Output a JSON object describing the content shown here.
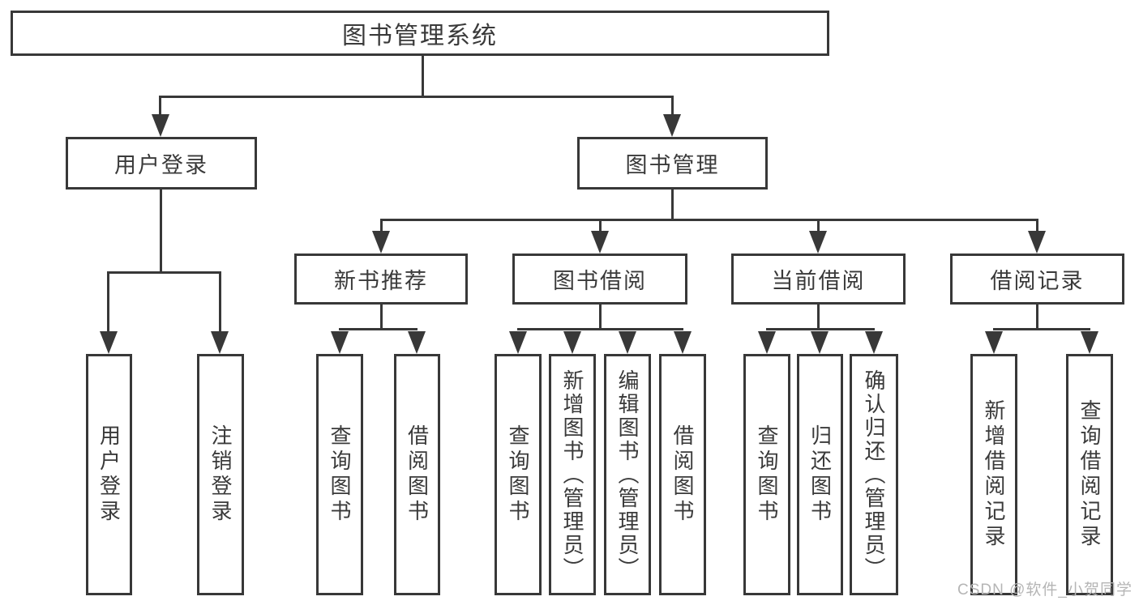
{
  "diagram": {
    "root": {
      "label": "图书管理系统"
    },
    "branches": [
      {
        "label": "用户登录",
        "children": [
          {
            "label": "用户登录"
          },
          {
            "label": "注销登录"
          }
        ]
      },
      {
        "label": "图书管理",
        "children": [
          {
            "label": "新书推荐",
            "children": [
              {
                "label": "查询图书"
              },
              {
                "label": "借阅图书"
              }
            ]
          },
          {
            "label": "图书借阅",
            "children": [
              {
                "label": "查询图书"
              },
              {
                "label": "新增图书（管理员）"
              },
              {
                "label": "编辑图书（管理员）"
              },
              {
                "label": "借阅图书"
              }
            ]
          },
          {
            "label": "当前借阅",
            "children": [
              {
                "label": "查询图书"
              },
              {
                "label": "归还图书"
              },
              {
                "label": "确认归还（管理员）"
              }
            ]
          },
          {
            "label": "借阅记录",
            "children": [
              {
                "label": "新增借阅记录"
              },
              {
                "label": "查询借阅记录"
              }
            ]
          }
        ]
      }
    ]
  },
  "watermark": "CSDN @软件_小贺同学"
}
